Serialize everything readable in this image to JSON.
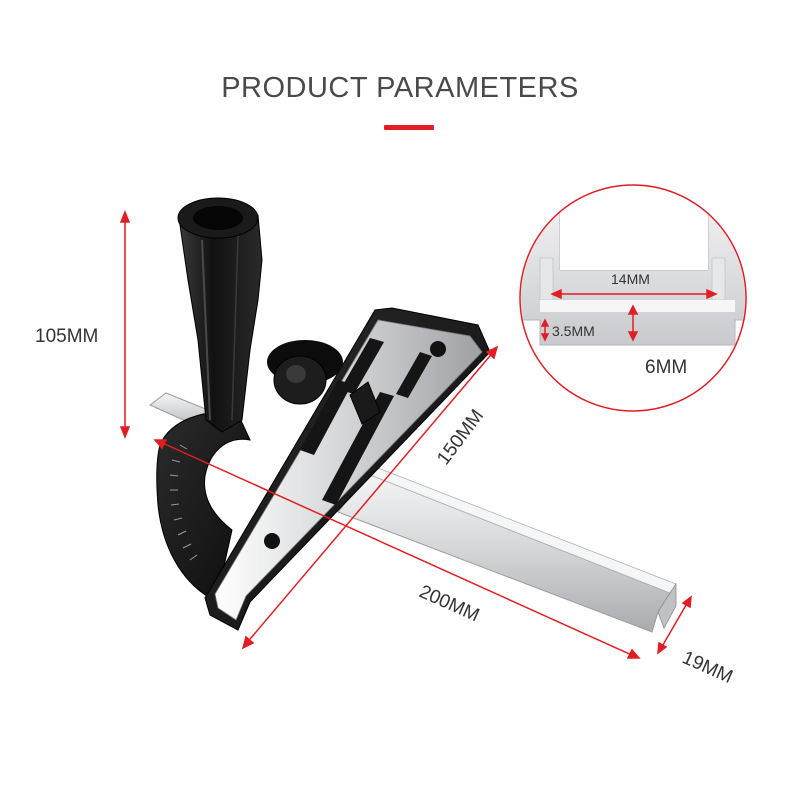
{
  "header": {
    "title": "PRODUCT PARAMETERS"
  },
  "colors": {
    "accent": "#e01e24",
    "text": "#333333",
    "handle": "#1a1a1a",
    "rail": "#d9dadc"
  },
  "dimensions": {
    "height": "105MM",
    "fence_length": "150MM",
    "bar_length": "200MM",
    "bar_width": "19MM"
  },
  "detail": {
    "slot_width": "14MM",
    "lip_height": "3.5MM",
    "depth": "6MM"
  }
}
